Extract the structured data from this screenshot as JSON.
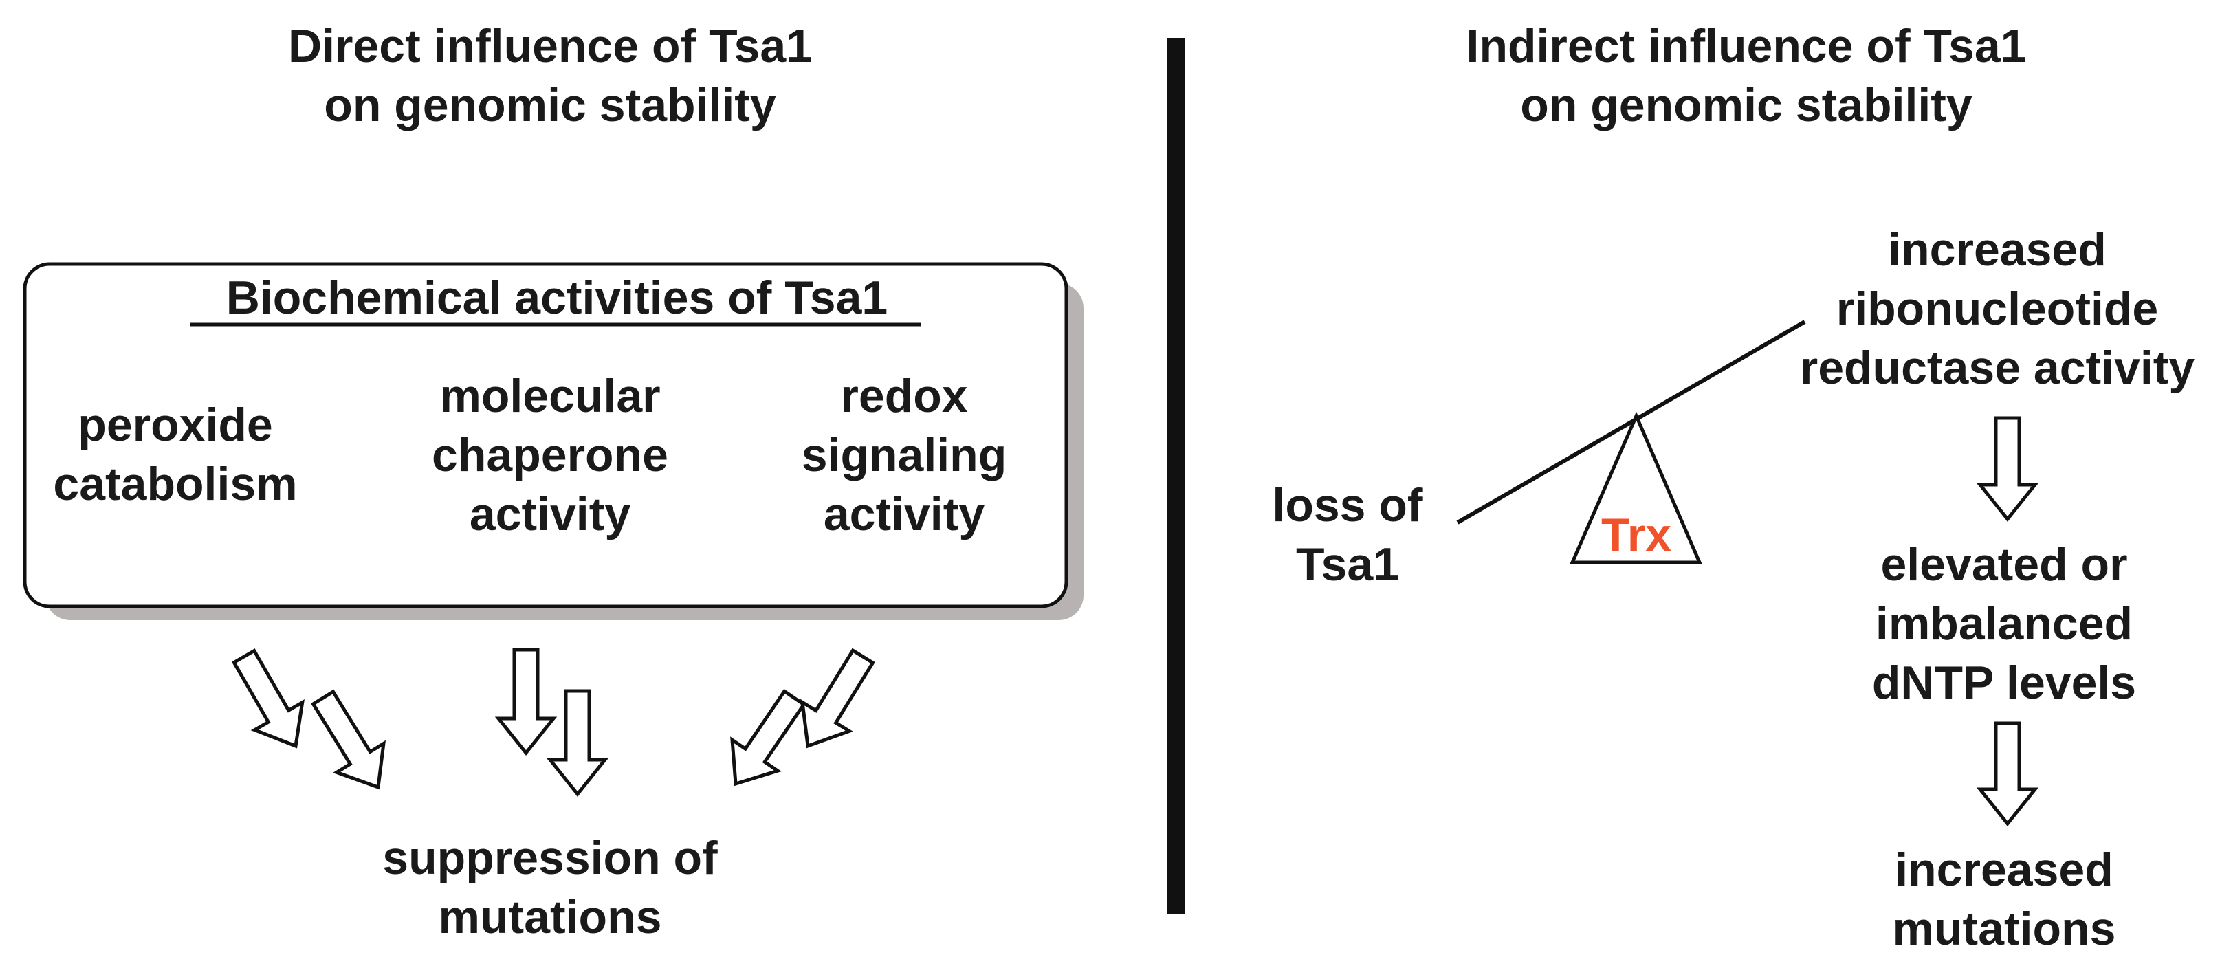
{
  "left_panel": {
    "title": [
      "Direct influence of Tsa1",
      "on genomic stability"
    ],
    "box_heading": "Biochemical activities of Tsa1",
    "activities": [
      [
        "peroxide",
        "catabolism"
      ],
      [
        "molecular",
        "chaperone",
        "activity"
      ],
      [
        "redox",
        "signaling",
        "activity"
      ]
    ],
    "outcome": [
      "suppression of",
      "mutations"
    ]
  },
  "right_panel": {
    "title": [
      "Indirect influence of Tsa1",
      "on genomic stability"
    ],
    "left_label": [
      "loss of",
      "Tsa1"
    ],
    "fulcrum_label": "Trx",
    "step1": [
      "increased",
      "ribonucleotide",
      "reductase activity"
    ],
    "step2": [
      "elevated or",
      "imbalanced",
      "dNTP levels"
    ],
    "step3": [
      "increased",
      "mutations"
    ]
  },
  "colors": {
    "text": "#1a1a1a",
    "trx": "#f0522a",
    "shadow": "#b8b3b3",
    "line": "#111111"
  }
}
